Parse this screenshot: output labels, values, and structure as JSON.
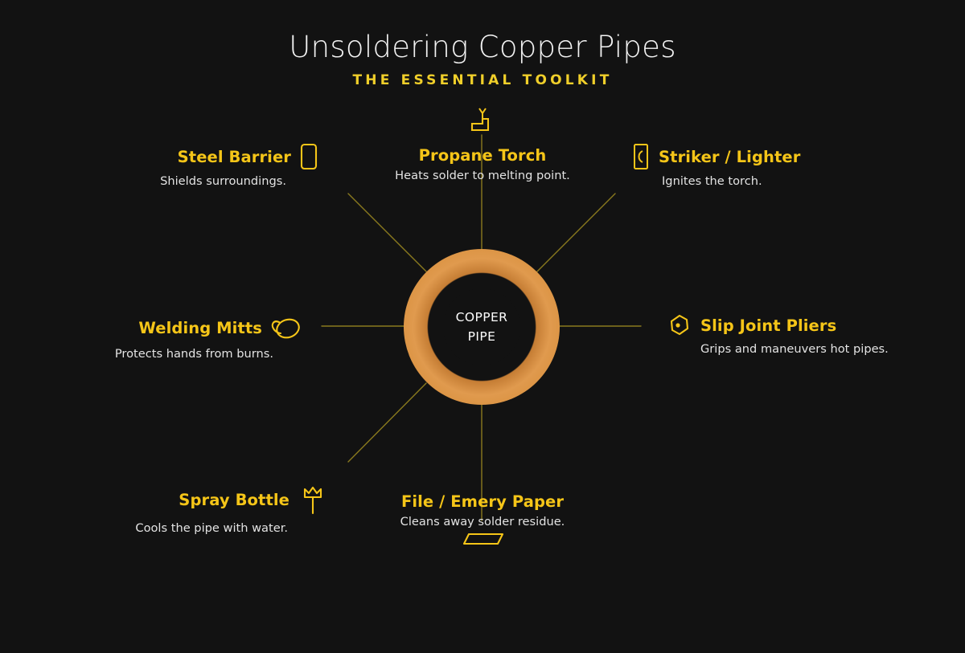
{
  "header": {
    "title": "Unsoldering Copper Pipes",
    "subtitle": "THE ESSENTIAL TOOLKIT"
  },
  "hub": {
    "line1": "COPPER",
    "line2": "PIPE"
  },
  "colors": {
    "background": "#121212",
    "title": "#f2f2f2",
    "accent_yellow": "#f5c518",
    "subtitle_yellow": "#f0cf2a",
    "description": "#e3e3e3",
    "copper": "#d9913f",
    "copper_dark": "#ab6b2b",
    "connector_line": "#8a7a1e"
  },
  "nodes": [
    {
      "id": "steel-barrier",
      "title": "Steel Barrier",
      "desc": "Shields surroundings.",
      "icon": "barrier-panel-icon",
      "side": "left"
    },
    {
      "id": "propane-torch",
      "title": "Propane Torch",
      "desc": "Heats solder to melting point.",
      "icon": "propane-torch-icon",
      "side": "center"
    },
    {
      "id": "striker",
      "title": "Striker / Lighter",
      "desc": "Ignites the torch.",
      "icon": "striker-lighter-icon",
      "side": "right"
    },
    {
      "id": "welding-mitts",
      "title": "Welding Mitts",
      "desc": "Protects hands from burns.",
      "icon": "welding-mitt-icon",
      "side": "left"
    },
    {
      "id": "slip-joint",
      "title": "Slip Joint Pliers",
      "desc": "Grips and maneuvers hot pipes.",
      "icon": "slip-joint-pliers-icon",
      "side": "right"
    },
    {
      "id": "spray-bottle",
      "title": "Spray Bottle",
      "desc": "Cools the pipe with water.",
      "icon": "spray-bottle-icon",
      "side": "left"
    },
    {
      "id": "file-emery",
      "title": "File / Emery Paper",
      "desc": "Cleans away solder residue.",
      "icon": "file-emery-paper-icon",
      "side": "center"
    }
  ]
}
